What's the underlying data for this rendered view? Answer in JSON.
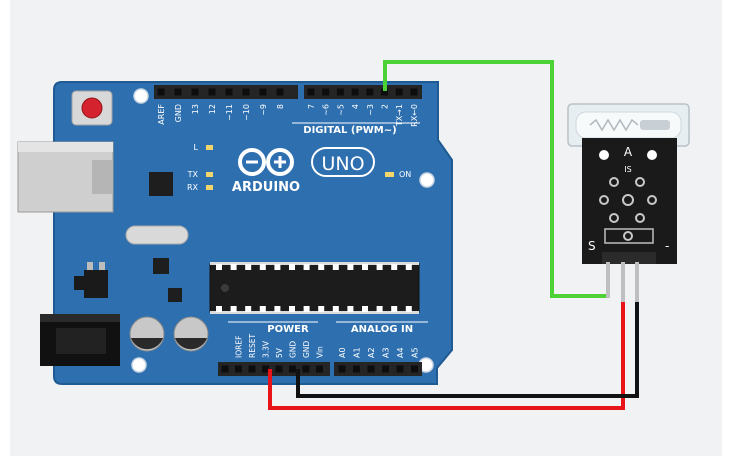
{
  "board": {
    "brand": "ARDUINO",
    "model": "UNO",
    "digital_header_label": "DIGITAL (PWM~)",
    "on_label": "ON",
    "power_header_label": "POWER",
    "analog_header_label": "ANALOG IN",
    "led_labels": [
      "L",
      "TX",
      "RX"
    ],
    "digital_pins": [
      "AREF",
      "GND",
      "13",
      "12",
      "~11",
      "~10",
      "~9",
      "8",
      "7",
      "~6",
      "~5",
      "4",
      "~3",
      "2",
      "TX→1",
      "RX←0"
    ],
    "power_pins": [
      "IOREF",
      "RESET",
      "3.3V",
      "5V",
      "GND",
      "GND",
      "Vin"
    ],
    "analog_pins": [
      "A0",
      "A1",
      "A2",
      "A3",
      "A4",
      "A5"
    ],
    "colors": {
      "board": "#2E6FAF",
      "board_edge": "#1F5A93",
      "header": "#252525",
      "trace_text": "#FFFFFF"
    }
  },
  "sensor": {
    "label_a": "A",
    "label_s": "S",
    "label_minus": "-",
    "label_is": "IS",
    "colors": {
      "pcb": "#1A1A1A",
      "tube": "#E7EEF2",
      "pin": "#BFBFBF"
    }
  },
  "wires": {
    "colors": {
      "signal": "#4CD137",
      "vcc": "#E8141A",
      "gnd": "#111111"
    }
  }
}
